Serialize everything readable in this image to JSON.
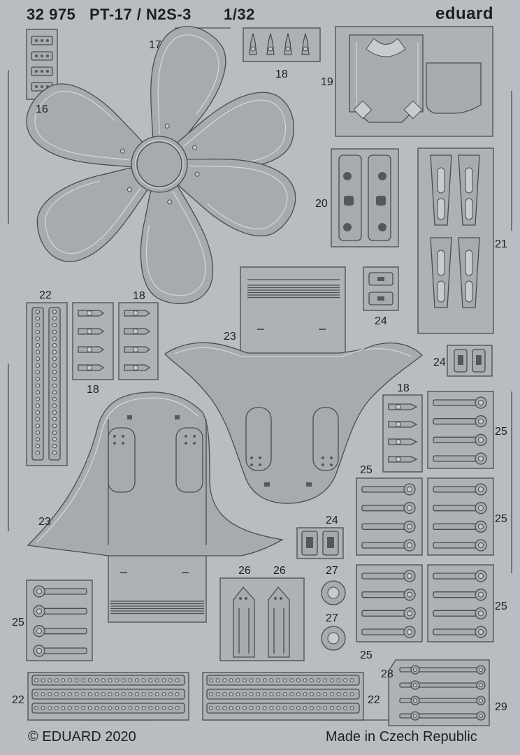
{
  "header": {
    "product_code": "32 975",
    "title": "PT-17 / N2S-3",
    "scale": "1/32",
    "brand": "eduard"
  },
  "footer": {
    "copyright": "© EDUARD 2020",
    "origin": "Made in Czech Republic"
  },
  "part_numbers": {
    "p16": "16",
    "p17": "17",
    "p18_top": "18",
    "p18_mid": "18",
    "p18_bottom": "18",
    "p18_right": "18",
    "p19": "19",
    "p20": "20",
    "p21": "21",
    "p22_left": "22",
    "p22_bottom_left": "22",
    "p22_bottom_right": "22",
    "p23_upper": "23",
    "p23_lower": "23",
    "p24_a": "24",
    "p24_b": "24",
    "p24_c": "24",
    "p25_right_top": "25",
    "p25_mid_top": "25",
    "p25_right_mid": "25",
    "p25_left": "25",
    "p25_right_low": "25",
    "p25_mid_bottom": "25",
    "p26_a": "26",
    "p26_b": "26",
    "p27_a": "27",
    "p27_b": "27",
    "p28": "28",
    "p29": "29"
  },
  "colors": {
    "sheet": "#b9bcc0",
    "frame": "#aeb1b5",
    "part_fill": "#a7aaae",
    "outline": "#4a4c50",
    "relief": "#d6d8da",
    "text": "#1e1f22"
  }
}
